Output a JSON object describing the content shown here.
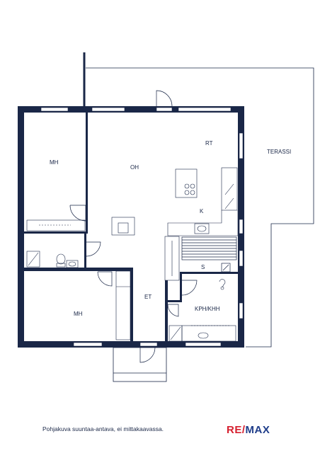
{
  "rooms": {
    "mh_top": "MH",
    "oh": "OH",
    "rt": "RT",
    "terassi": "TERASSI",
    "k": "K",
    "s": "S",
    "mh_bottom": "MH",
    "et": "ET",
    "kph": "KPH/KHH"
  },
  "footer": {
    "caption": "Pohjakuva suuntaa-antava, ei mittakaavassa.",
    "logo_part1": "RE/",
    "logo_part2": "MAX"
  },
  "colors": {
    "wall": "#1a2747",
    "logo_red": "#d6202f",
    "logo_blue": "#1f3d8a"
  }
}
